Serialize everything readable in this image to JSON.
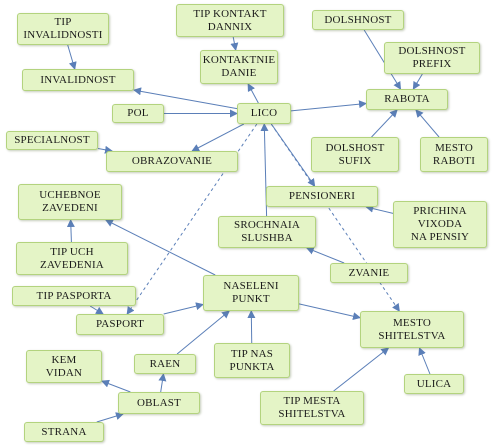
{
  "nodes": {
    "tip_invalidnosti": "TIP\nINVALIDNOSTI",
    "tip_kontakt_dannix": "TIP KONTAKT\nDANNIX",
    "dolshnost": "DOLSHNOST",
    "kontaktnie_danie": "KONTAKTNIE\nDANIE",
    "dolshnost_prefix": "DOLSHNOST\nPREFIX",
    "invalidnost": "INVALIDNOST",
    "rabota": "RABOTA",
    "pol": "POL",
    "lico": "LICO",
    "specialnost": "SPECIALNOST",
    "dolshost_sufix": "DOLSHOST\nSUFIX",
    "mesto_raboti": "MESTO\nRABOTI",
    "obrazovanie": "OBRAZOVANIE",
    "uchebnoe_zavedeni": "UCHEBNOE\nZAVEDENI",
    "pensioneri": "PENSIONERI",
    "prichina_vixoda": "PRICHINA\nVIXODA\nNA PENSIY",
    "srochnaia_slushba": "SROCHNAIA\nSLUSHBA",
    "tip_uch_zavedenia": "TIP UCH\nZAVEDENIA",
    "zvanie": "ZVANIE",
    "naseleni_punkt": "NASELENI\nPUNKT",
    "tip_pasporta": "TIP PASPORTA",
    "pasport": "PASPORT",
    "mesto_shitelstva": "MESTO\nSHITELSTVA",
    "kem_vidan": "KEM\nVIDAN",
    "raen": "RAEN",
    "tip_nas_punkta": "TIP NAS\nPUNKTA",
    "ulica": "ULICA",
    "oblast": "OBLAST",
    "tip_mesta_shitelstva": "TIP MESTA\nSHITELSTVA",
    "strana": "STRANA"
  },
  "edges": [
    {
      "from": "tip_invalidnosti",
      "to": "invalidnost"
    },
    {
      "from": "lico",
      "to": "invalidnost"
    },
    {
      "from": "tip_kontakt_dannix",
      "to": "kontaktnie_danie"
    },
    {
      "from": "lico",
      "to": "kontaktnie_danie"
    },
    {
      "from": "pol",
      "to": "lico"
    },
    {
      "from": "lico",
      "to": "rabota"
    },
    {
      "from": "dolshnost",
      "to": "rabota"
    },
    {
      "from": "dolshnost_prefix",
      "to": "rabota"
    },
    {
      "from": "dolshost_sufix",
      "to": "rabota"
    },
    {
      "from": "mesto_raboti",
      "to": "rabota"
    },
    {
      "from": "specialnost",
      "to": "obrazovanie"
    },
    {
      "from": "lico",
      "to": "obrazovanie"
    },
    {
      "from": "lico",
      "to": "pensioneri"
    },
    {
      "from": "prichina_vixoda",
      "to": "pensioneri"
    },
    {
      "from": "srochnaia_slushba",
      "to": "lico"
    },
    {
      "from": "zvanie",
      "to": "srochnaia_slushba"
    },
    {
      "from": "tip_uch_zavedenia",
      "to": "uchebnoe_zavedeni"
    },
    {
      "from": "naseleni_punkt",
      "to": "uchebnoe_zavedeni"
    },
    {
      "from": "lico",
      "to": "pasport",
      "dashed": true
    },
    {
      "from": "lico",
      "to": "mesto_shitelstva",
      "dashed": true
    },
    {
      "from": "tip_pasporta",
      "to": "pasport"
    },
    {
      "from": "pasport",
      "to": "naseleni_punkt"
    },
    {
      "from": "naseleni_punkt",
      "to": "mesto_shitelstva"
    },
    {
      "from": "tip_nas_punkta",
      "to": "naseleni_punkt"
    },
    {
      "from": "raen",
      "to": "naseleni_punkt"
    },
    {
      "from": "oblast",
      "to": "raen"
    },
    {
      "from": "oblast",
      "to": "kem_vidan"
    },
    {
      "from": "strana",
      "to": "oblast"
    },
    {
      "from": "tip_mesta_shitelstva",
      "to": "mesto_shitelstva"
    },
    {
      "from": "ulica",
      "to": "mesto_shitelstva"
    }
  ],
  "colors": {
    "node_fill": "#e4f4c6",
    "node_border": "#b3d37e",
    "edge": "#5b7fb8"
  }
}
